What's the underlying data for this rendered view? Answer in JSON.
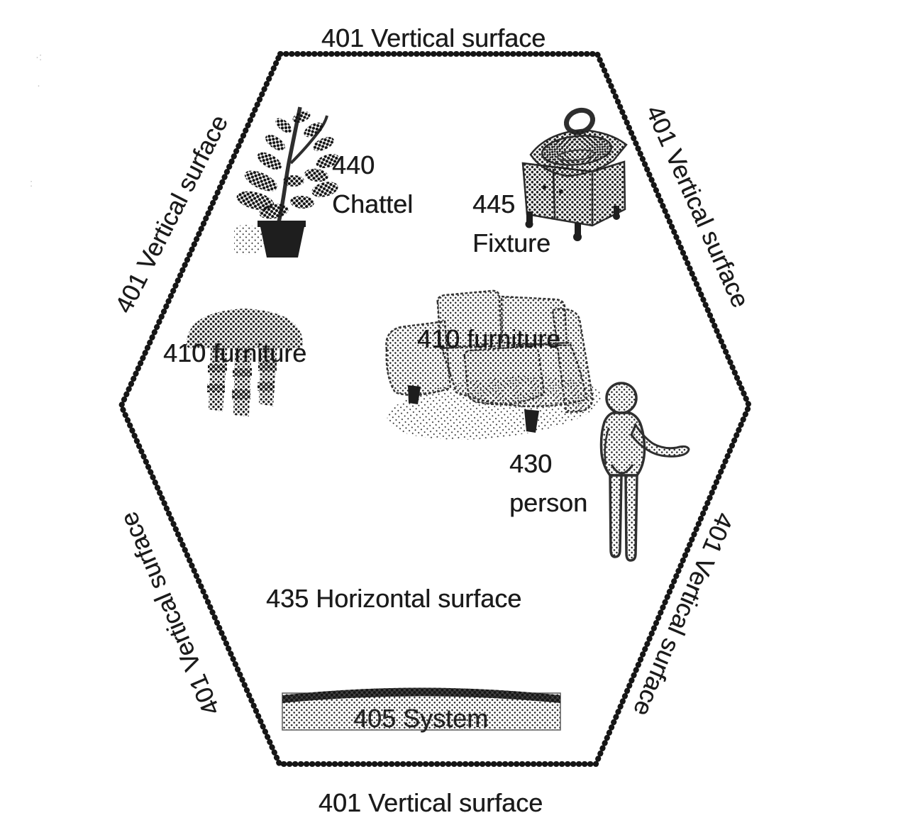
{
  "figure": {
    "type": "patent-diagram",
    "palette": {
      "ink": "#1b1b1b",
      "paper": "#ffffff"
    },
    "hexagon": {
      "label_top": "401 Vertical surface",
      "label_top_left": "401 Vertical surface",
      "label_top_right": "401 Vertical surface",
      "label_bottom_left": "401 Vertical surface",
      "label_bottom_right": "401 Vertical surface",
      "label_bottom": "401 Vertical surface"
    },
    "items": {
      "chattel": {
        "number": "440",
        "name": "Chattel",
        "icon": "potted-plant-icon"
      },
      "fixture": {
        "number": "445",
        "name": "Fixture",
        "icon": "sink-vanity-icon"
      },
      "stool": {
        "label": "410 furniture",
        "icon": "stool-icon"
      },
      "couch": {
        "label": "410 furniture",
        "icon": "sofa-icon"
      },
      "person": {
        "number": "430",
        "name": "person",
        "icon": "person-icon"
      },
      "floor": {
        "label": "435 Horizontal surface"
      },
      "system": {
        "label": "405 System",
        "icon": "system-bar-icon"
      }
    },
    "noise_marks": [
      "·:",
      "·",
      ":"
    ]
  }
}
